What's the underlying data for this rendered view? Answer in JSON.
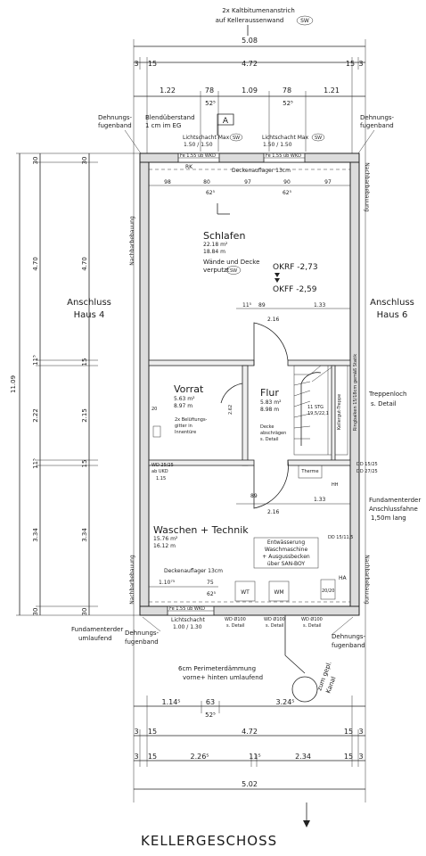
{
  "top_note": {
    "line1": "2x Kaltbitumenanstrich",
    "line2": "auf Kelleraussenwand",
    "badge": "SW"
  },
  "dims_top": {
    "overall": "5.08",
    "row2": [
      "3",
      "15",
      "4.72",
      "15",
      "3"
    ],
    "row3": [
      "1.22",
      "78",
      "1.09",
      "78",
      "1.21"
    ],
    "sub_5": "52⁵"
  },
  "section_mark": "A",
  "labels": {
    "dehnungsfugenband": "Dehnungs-\nfugenband",
    "blendueberstand": "Blendüberstand\n1 cm im EG",
    "lichtschacht_max": "Lichtschacht Max",
    "lichtschacht_size": "1.50 / 1.50",
    "deckenauflager": "Deckenauflager 13cm",
    "rk": "RK",
    "fen": "Fe 1.55 üb WKD",
    "nachbarbebauung": "Nachbarbebauung",
    "anschluss_left": "Anschluss\nHaus 4",
    "anschluss_right": "Anschluss\nHaus 6",
    "wande_decke": "Wände und Decke\nverputzt",
    "okrf": "OKRF -2,73",
    "okff": "OKFF -2,59",
    "treppenloch": "Treppenloch\ns. Detail",
    "ringbalken": "Ringbalken 15/18cm gemäß Statik",
    "kelltreppe": "Kellergut-Treppe",
    "stg": "11 STG",
    "stg2": "19,5/22,1",
    "belueftung": "2x Belüftungs-\ngitter in\nInnentüre",
    "decke_abschr": "Decke\nabschrägen\ns. Detail",
    "wd_2525": "WD 25/25\nab UKD",
    "dd_1525": "DD 15/25",
    "dd_2725": "DD 27/25",
    "therme": "Therme",
    "fundamenterder_right": "Fundamenterder\nAnschlussfahne\n1,50m lang",
    "dd_15115": "DD 15/11,5",
    "entwaesserung": "Entwässerung\nWaschmaschine\n+ Ausgussbecken\nüber SAN-BOY",
    "wt": "WT",
    "wm": "WM",
    "ha": "HA",
    "ab": "20/20",
    "deckenauflager2": "Deckenauflager 13cm",
    "lichtschacht_small": "Lichtschacht\n1.00 / 1.30",
    "wd100_1": "WD Ø100\ns. Detail",
    "wd100_2": "WD Ø100\ns. Detail",
    "wd100_3": "WD Ø100\ns. Detail",
    "fundamenterder_left": "Fundamenterder\numlaufend",
    "perimeter": "6cm Perimeterdämmung\nvorne+ hinten umlaufend",
    "kanal": "zum gepl.\nKanal",
    "sw": "SW"
  },
  "rooms": {
    "schlafen": {
      "name": "Schlafen",
      "area1": "22.18 m²",
      "area2": "18.84 m"
    },
    "vorrat": {
      "name": "Vorrat",
      "area1": "5.63 m²",
      "area2": "8.97 m"
    },
    "flur": {
      "name": "Flur",
      "area1": "5.83 m²",
      "area2": "8.98 m"
    },
    "waschen": {
      "name": "Waschen + Technik",
      "area1": "15.76 m²",
      "area2": "16.12 m"
    }
  },
  "inner_dims": {
    "d98": "98",
    "d80": "80",
    "d97a": "97",
    "d90": "90",
    "d97b": "97",
    "d62a": "62⁵",
    "d62b": "62⁵",
    "d11": "11⁵",
    "d89a": "89",
    "d133a": "1.33",
    "d216a": "2.16",
    "d89b": "89",
    "d133b": "1.33",
    "d216b": "2.16",
    "d110": "1.10⁷⁵",
    "d75": "75",
    "d625c": "62⁵",
    "d115": "1.15",
    "d20": "20",
    "d262": "2.62"
  },
  "dims_left": {
    "outer": [
      "30",
      "4.70",
      "11⁵",
      "2.22",
      "11⁵",
      "3.34",
      "30"
    ],
    "inner": [
      "30",
      "4.70",
      "15",
      "2.15",
      "15",
      "3.34",
      "30"
    ],
    "total": "11.09"
  },
  "dims_bottom": {
    "row1": [
      "1.14⁵",
      "63",
      "3.24⁵"
    ],
    "sub": "52⁵",
    "row2": [
      "3",
      "15",
      "4.72",
      "15",
      "3"
    ],
    "row3": [
      "3",
      "15",
      "2.26⁵",
      "11⁵",
      "2.34",
      "15",
      "3"
    ],
    "overall": "5.02"
  },
  "drawing_title": "KELLERGESCHOSS"
}
